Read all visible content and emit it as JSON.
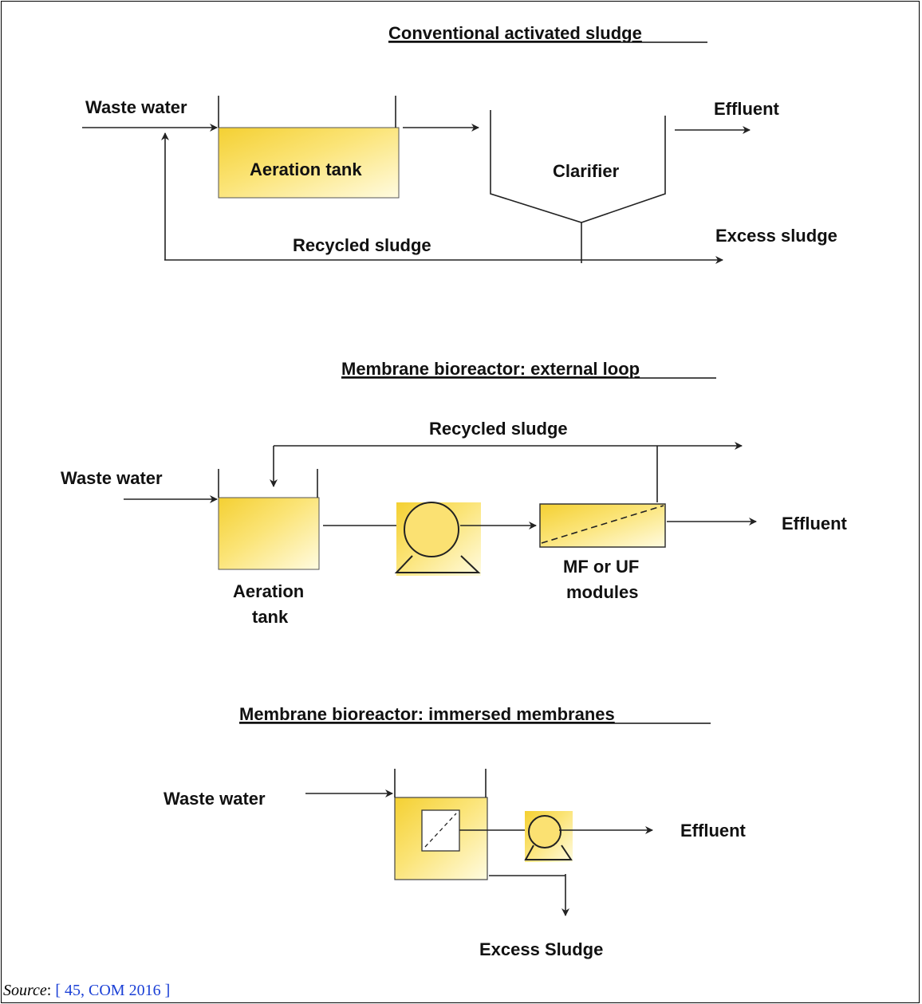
{
  "diagram1": {
    "title": "Conventional activated sludge",
    "waste_water": "Waste water",
    "aeration_tank": "Aeration tank",
    "clarifier": "Clarifier",
    "effluent": "Effluent",
    "excess_sludge": "Excess sludge",
    "recycled_sludge": "Recycled sludge"
  },
  "diagram2": {
    "title": "Membrane bioreactor: external loop",
    "recycled_sludge": "Recycled sludge",
    "waste_water": "Waste water",
    "aeration_line1": "Aeration",
    "aeration_line2": "tank",
    "modules_line1": "MF or UF",
    "modules_line2": "modules",
    "effluent": "Effluent"
  },
  "diagram3": {
    "title": "Membrane bioreactor: immersed membranes",
    "waste_water": "Waste water",
    "effluent": "Effluent",
    "excess_sludge": "Excess Sludge"
  },
  "source": {
    "label": "Source",
    "separator": ": ",
    "reference": "[ 45, COM 2016 ]"
  },
  "colors": {
    "tank_light": "#fffbe0",
    "tank_dark": "#f6d43c"
  }
}
